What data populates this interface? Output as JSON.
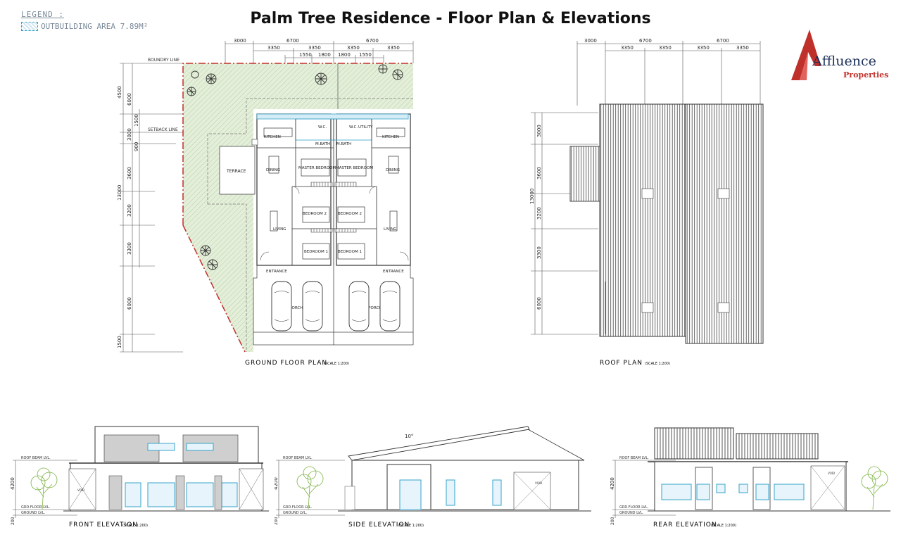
{
  "title": "Palm Tree Residence - Floor Plan & Elevations",
  "legend": {
    "heading": "LEGEND :",
    "item": "OUTBUILDING AREA 7.89M²"
  },
  "logo": {
    "name": "Affluence",
    "sub": "Properties"
  },
  "ground_plan": {
    "caption": "GROUND FLOOR PLAN",
    "scale": "(SCALE 1:200)",
    "boundary_label": "BOUNDRY LINE",
    "setback_label": "SETBACK LINE",
    "dims_top_row1": [
      "3000",
      "6700",
      "6700"
    ],
    "dims_top_row2": [
      "3350",
      "3350",
      "3350",
      "3350"
    ],
    "dims_top_row3": [
      "1550",
      "1800",
      "1800",
      "1550"
    ],
    "dims_left_outer": [
      "4500",
      "13000",
      "1500"
    ],
    "dims_left_inner": [
      "6000",
      "3000",
      "1500",
      "900",
      "3600",
      "3200",
      "3300",
      "6000"
    ],
    "rooms": {
      "kitchen": "KITCHEN",
      "wc": "W.C.",
      "utility": "UTILITY",
      "mbath": "M.BATH",
      "dining": "DINING",
      "master": "MASTER BEDROOM",
      "terrace": "TERRACE",
      "bed2": "BEDROOM 2",
      "bed1": "BEDROOM 1",
      "living": "LIVING",
      "entrance": "ENTRANCE",
      "carporch": "CAR PORCH"
    }
  },
  "roof_plan": {
    "caption": "ROOF PLAN",
    "scale": "(SCALE 1:200)",
    "dims_top_row1": [
      "3000",
      "6700",
      "6700"
    ],
    "dims_top_row2": [
      "3350",
      "3350",
      "3350",
      "3350"
    ],
    "dims_left": [
      "3000",
      "3600",
      "13000",
      "3200",
      "3300",
      "6000"
    ]
  },
  "front_elevation": {
    "caption": "FRONT ELEVATION",
    "scale": "(SCALE 1:200)",
    "roof_beam": "ROOF BEAM LVL.",
    "grd_floor": "GRD.FLOOR LVL.",
    "ground": "GROUND LVL.",
    "dim_main": "4200",
    "dim_base": "200",
    "void": "VOID"
  },
  "side_elevation": {
    "caption": "SIDE ELEVATION",
    "scale": "(SCALE 1:200)",
    "angle": "10°",
    "roof_beam": "ROOF BEAM LVL.",
    "grd_floor": "GRD.FLOOR LVL.",
    "ground": "GROUND LVL.",
    "dim_main": "4200",
    "dim_base": "200",
    "void": "VOID"
  },
  "rear_elevation": {
    "caption": "REAR ELEVATION",
    "scale": "(SCALE 1:200)",
    "roof_beam": "ROOF BEAM LVL.",
    "grd_floor": "GRD.FLOOR LVL.",
    "ground": "GROUND LVL.",
    "dim_main": "4200",
    "dim_base": "200",
    "void": "VOID"
  },
  "colors": {
    "boundary": "#c0302a",
    "lawn": "#e4efd9",
    "window": "#37a3c9",
    "line": "#444444",
    "logo_red": "#c0302a",
    "logo_navy": "#1d2f5a"
  }
}
